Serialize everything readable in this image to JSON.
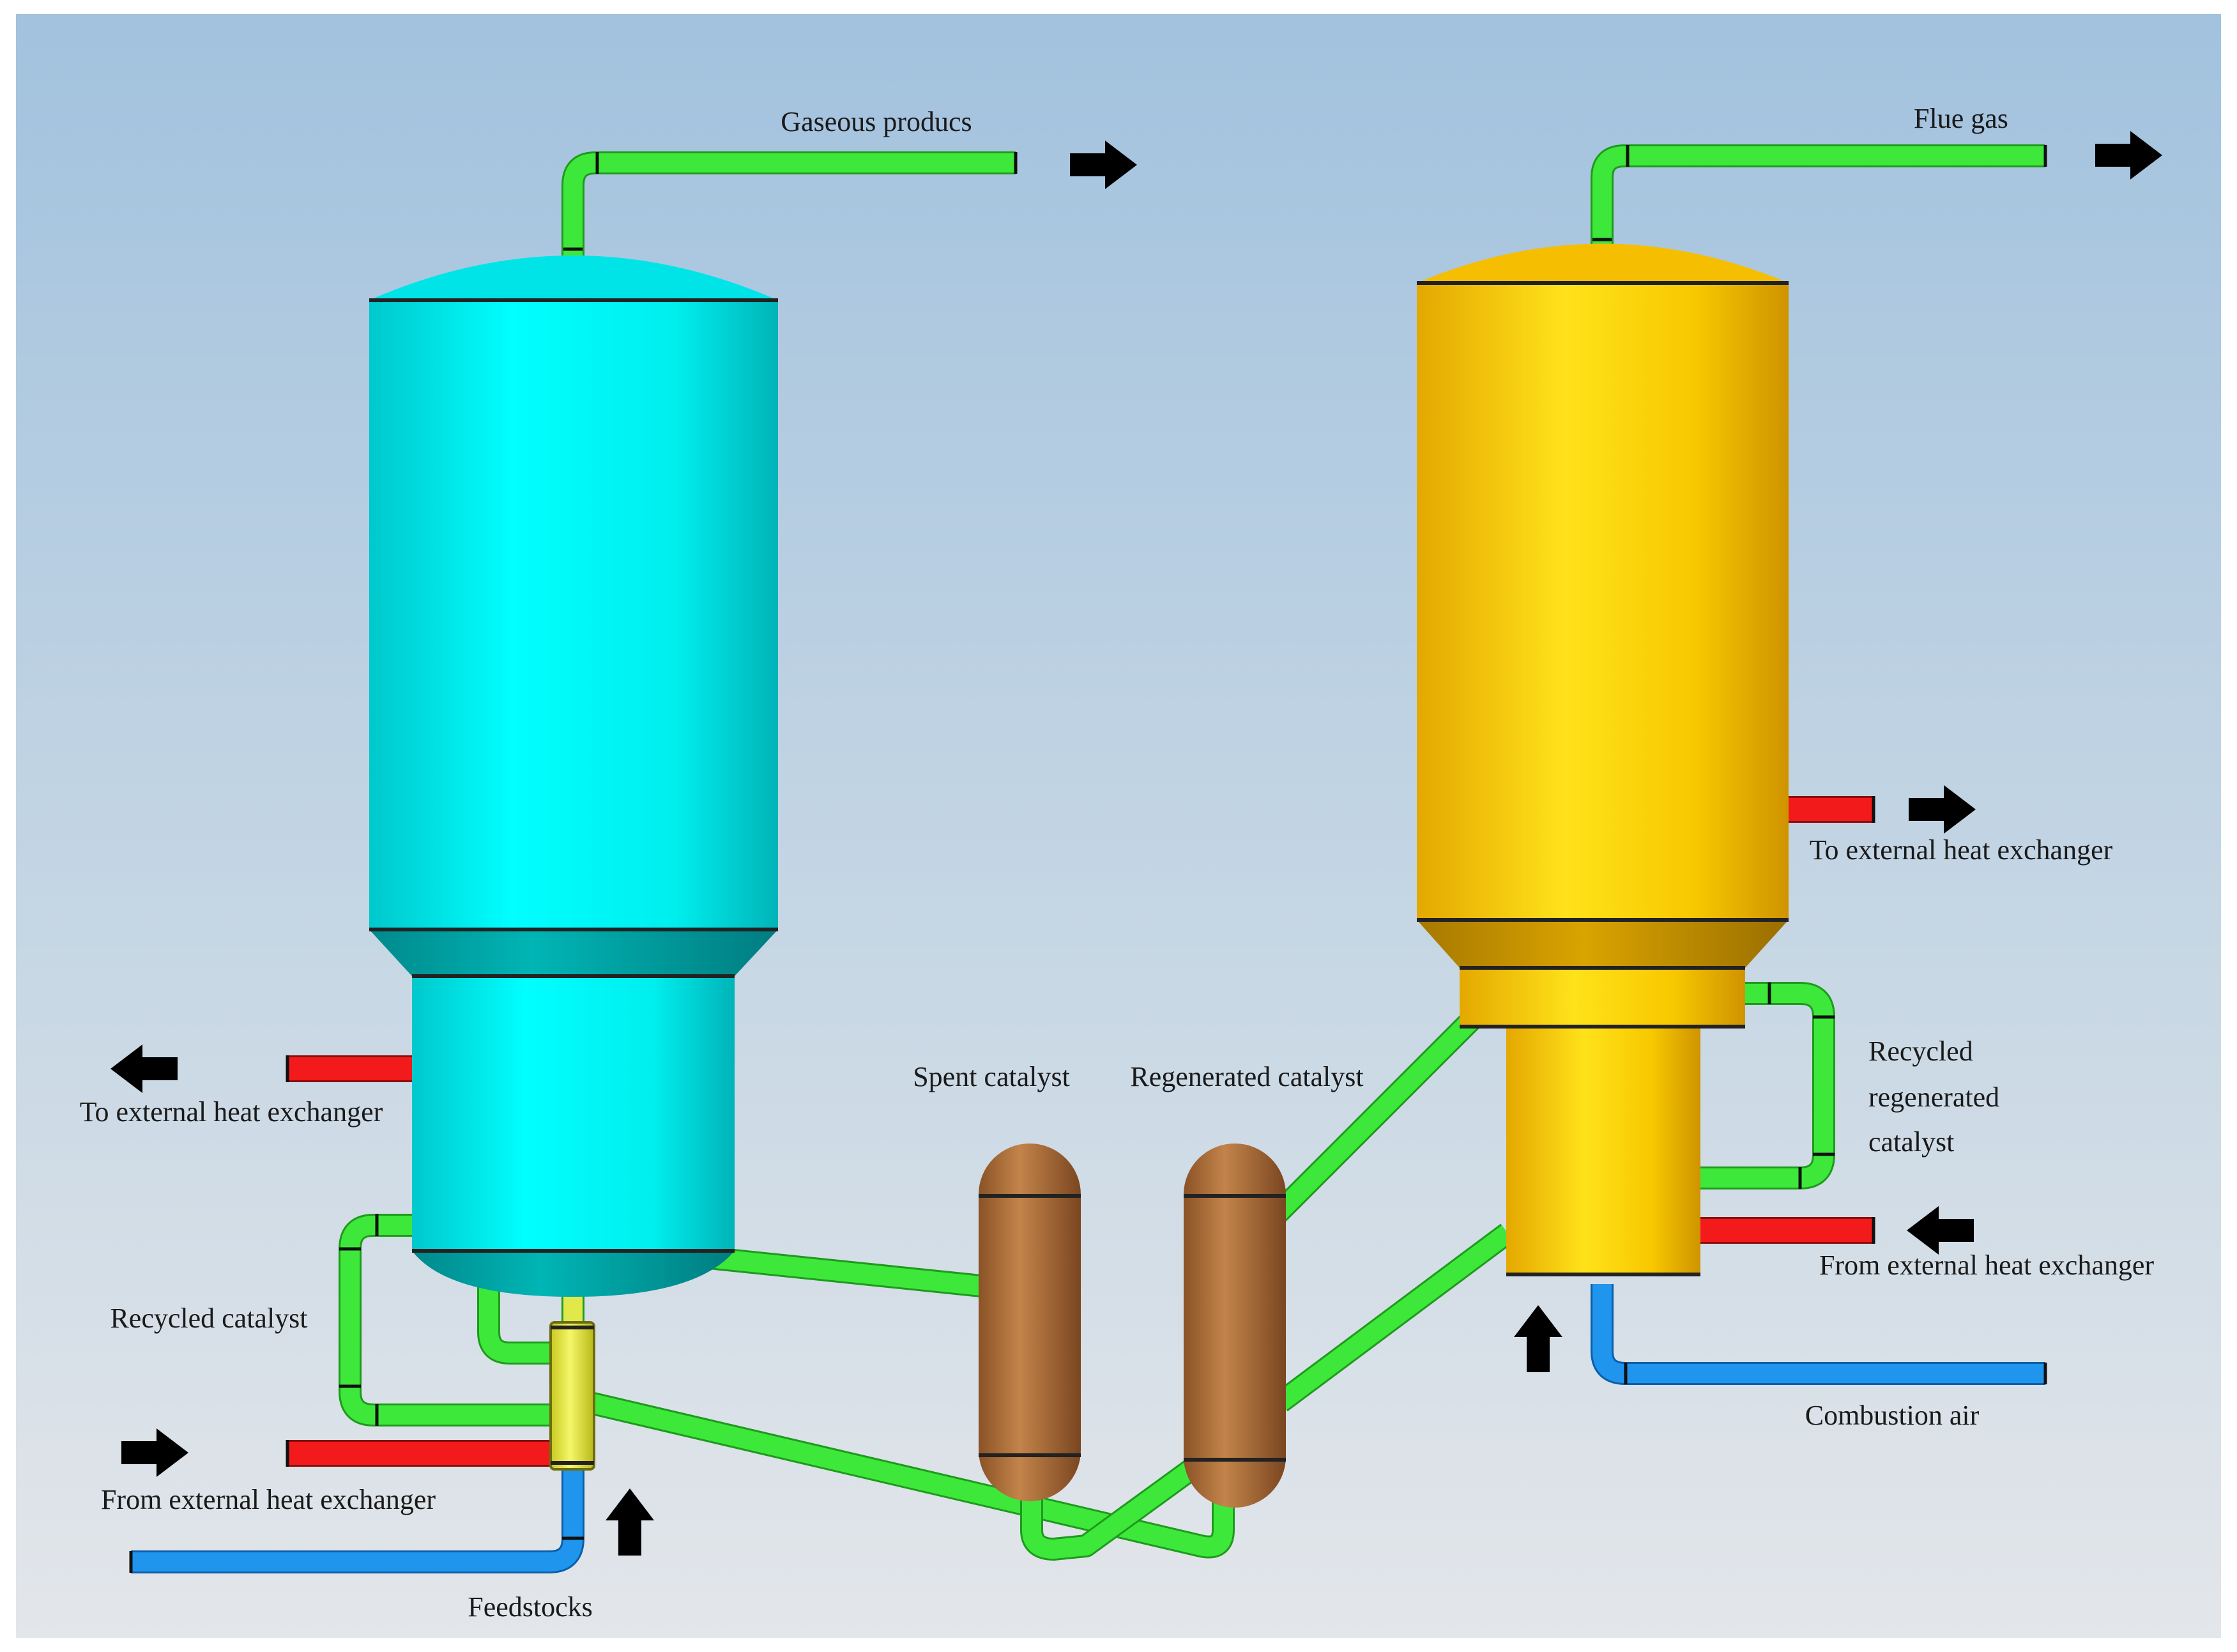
{
  "labels": {
    "gaseous_products": "Gaseous producs",
    "flue_gas": "Flue gas",
    "to_heat_exchanger_right": "To external heat exchanger",
    "to_heat_exchanger_left": "To external heat exchanger",
    "recycled_regenerated_line1": "Recycled",
    "recycled_regenerated_line2": "regenerated",
    "recycled_regenerated_line3": "catalyst",
    "spent_catalyst": "Spent catalyst",
    "regenerated_catalyst": "Regenerated catalyst",
    "from_heat_exchanger_right": "From external heat exchanger",
    "recycled_catalyst": "Recycled catalyst",
    "combustion_air": "Combustion air",
    "from_heat_exchanger_left": "From external heat exchanger",
    "feedstocks": "Feedstocks"
  },
  "colors": {
    "reactor": "#00f0f0",
    "regenerator": "#f5c400",
    "catalyst_vessel": "#b0703a",
    "catalyst_pipe": "#3ee83a",
    "air_feed_pipe": "#1f95ee",
    "heat_exchanger_pipe": "#f21a1a",
    "riser": "#f2f25a",
    "arrow": "#000000"
  }
}
